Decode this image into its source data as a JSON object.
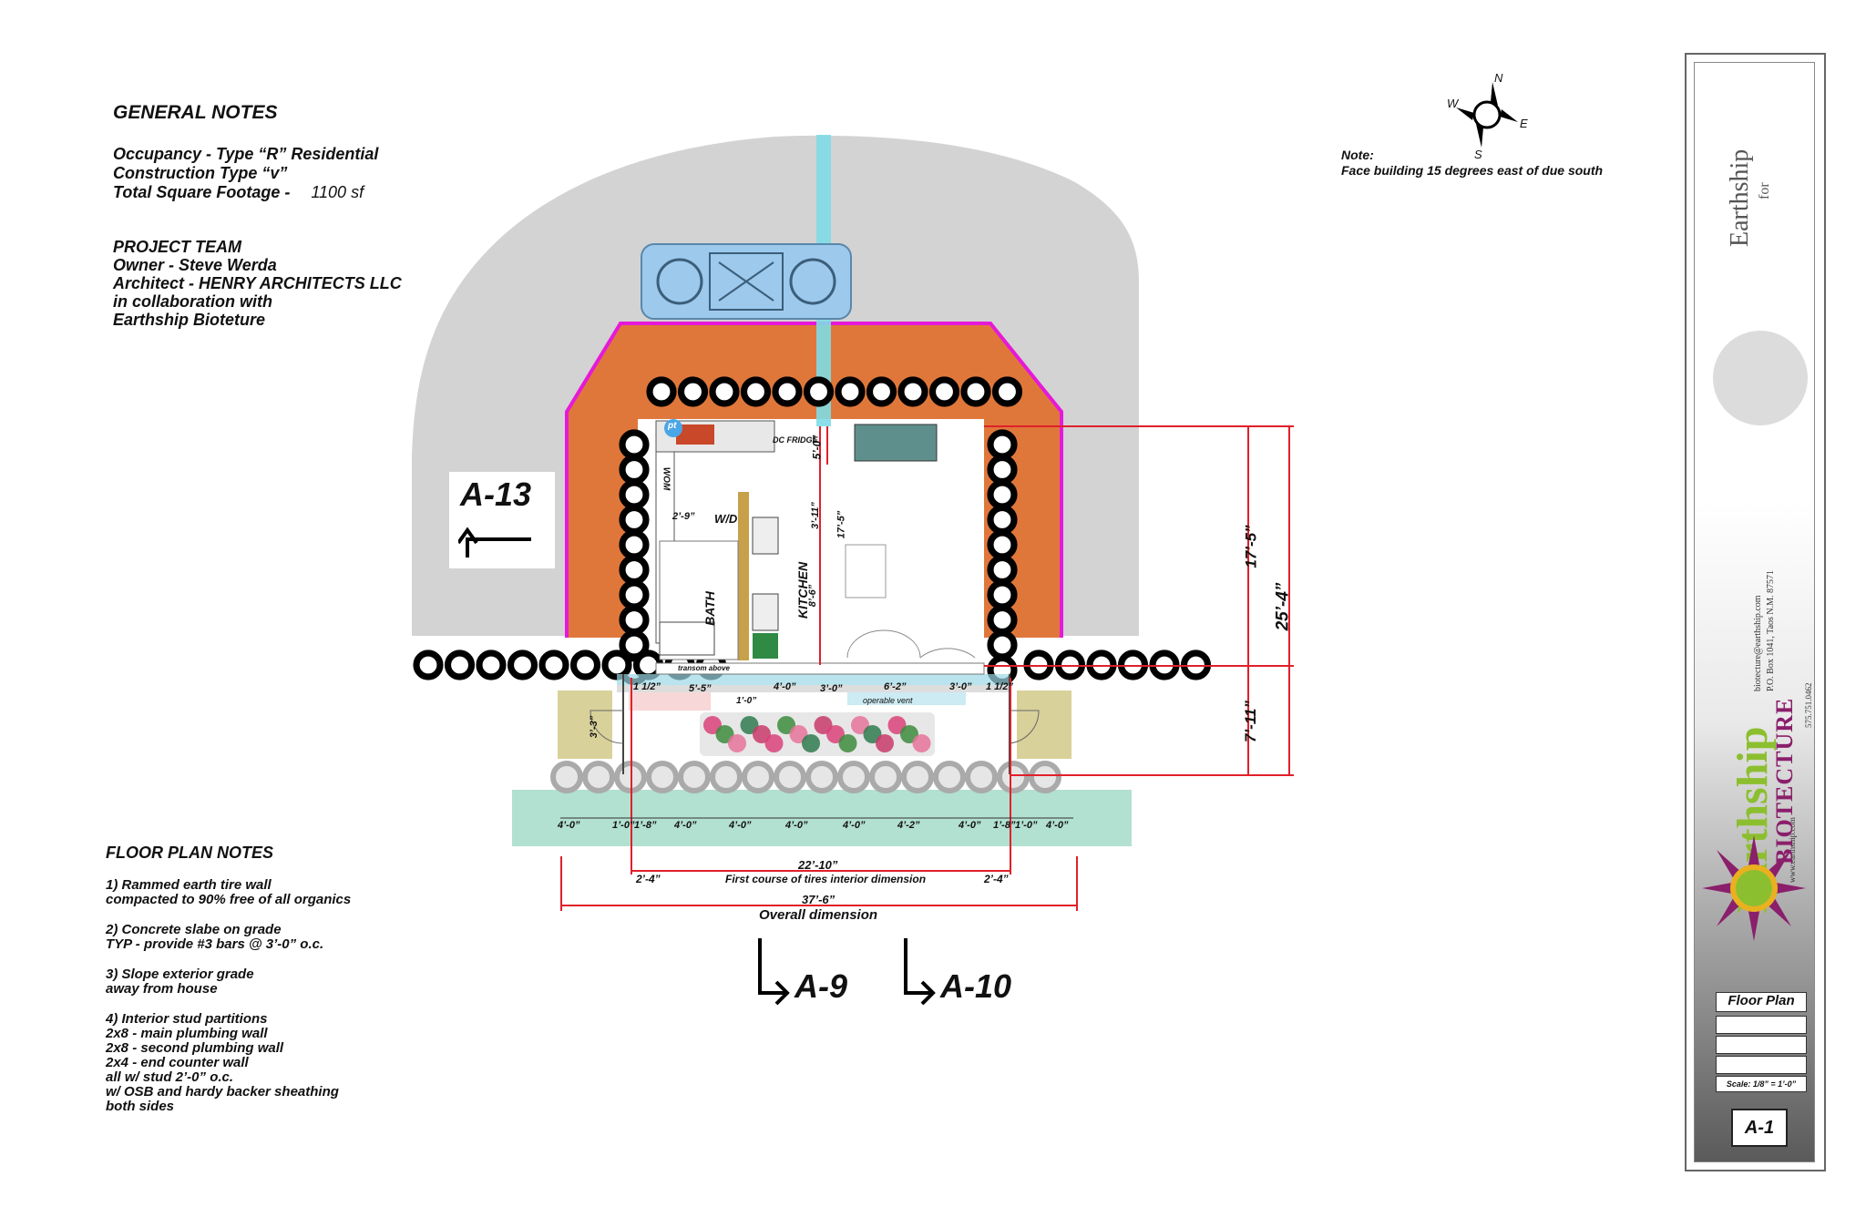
{
  "general_notes": {
    "title": "GENERAL NOTES",
    "occupancy": "Occupancy - Type “R” Residential",
    "construction": "Construction Type “v”",
    "sqft_label": "Total Square Footage -",
    "sqft_value": "1100 sf",
    "team_title": "PROJECT TEAM",
    "owner": "Owner - Steve Werda",
    "architect": "Architect - HENRY ARCHITECTS LLC",
    "collab": "in collaboration with",
    "biotecture": "Earthship Bioteture"
  },
  "orientation": {
    "n": "N",
    "s": "S",
    "e": "E",
    "w": "W",
    "note_title": "Note:",
    "note_text": "Face building 15 degrees east of due south"
  },
  "floor_plan_notes": {
    "title": "FLOOR PLAN NOTES",
    "n1a": "1) Rammed earth tire wall",
    "n1b": "compacted to 90% free of all organics",
    "n2a": "2) Concrete slabe on grade",
    "n2b": "TYP - provide #3 bars  @  3’-0” o.c.",
    "n3a": "3)  Slope exterior grade",
    "n3b": "away from house",
    "n4a": "4) Interior stud partitions",
    "n4b": "2x8 - main plumbing wall",
    "n4c": "2x8 - second plumbing wall",
    "n4d": "2x4 - end counter wall",
    "n4e": "all w/ stud 2’-0” o.c.",
    "n4f": "w/ OSB and hardy backer sheathing",
    "n4g": "both sides"
  },
  "plan": {
    "section_a13": "A-13",
    "section_a9": "A-9",
    "section_a10": "A-10",
    "rooms": {
      "bath": "BATH",
      "kitchen": "KITCHEN",
      "wd": "W/D",
      "wom": "WOM",
      "fridge": "DC FRIDGE",
      "pt": "pt"
    },
    "dims": {
      "d17_5_right": "17’-5”",
      "d25_4": "25’-4”",
      "d7_11": "7’-11”",
      "d5_0": "5’-0”",
      "d3_11": "3’-11”",
      "d17_5_inner": "17’-5”",
      "d8_6": "8’-6”",
      "d2_9": "2’-9”",
      "d3_3": "3’-3”",
      "d1_half_l": "1 1/2”",
      "d5_5": "5’-5”",
      "d4_0_top": "4’-0”",
      "d3_0_a": "3’-0”",
      "d6_2": "6’-2”",
      "d3_0_b": "3’-0”",
      "d1_half_r": "1 1/2”",
      "d1_0_mid": "1’-0”",
      "operable_vent": "operable vent",
      "transom": "transom above",
      "d22_10": "22’-10”",
      "first_course": "First course of tires interior dimension",
      "d2_4_l": "2’-4”",
      "d2_4_r": "2’-4”",
      "d37_6": "37’-6”",
      "overall": "Overall dimension"
    },
    "bottom_dims": [
      "4’-0”",
      "1’-0”",
      "1’-8”",
      "4’-0”",
      "4’-0”",
      "4’-0”",
      "4’-0”",
      "4’-2”",
      "4’-0”",
      "1’-8”",
      "1’-0”",
      "4’-0”"
    ]
  },
  "sheet": {
    "project": "Earthship",
    "for_label": "for",
    "email": "biotecture@earthship.com",
    "address": "P.O. Box 1041, Taos N.M. 87571",
    "web": "www.earthship.com",
    "phone": "575.751.0462",
    "brand_top": "Earthship",
    "brand_bottom": "BIOTECTURE",
    "drawing_title": "Floor Plan",
    "scale": "Scale: 1/8” = 1’-0”",
    "sheet_number": "A-1"
  },
  "colors": {
    "grade": "#d3d3d3",
    "berm": "#e0773a",
    "membrane": "#e619d9",
    "water_tank": "#9cc9ec",
    "dimension": "#e0202a",
    "cyan_line": "#7fdbe6",
    "brand_green": "#8cbf2f",
    "brand_purple": "#8a1f6b"
  }
}
